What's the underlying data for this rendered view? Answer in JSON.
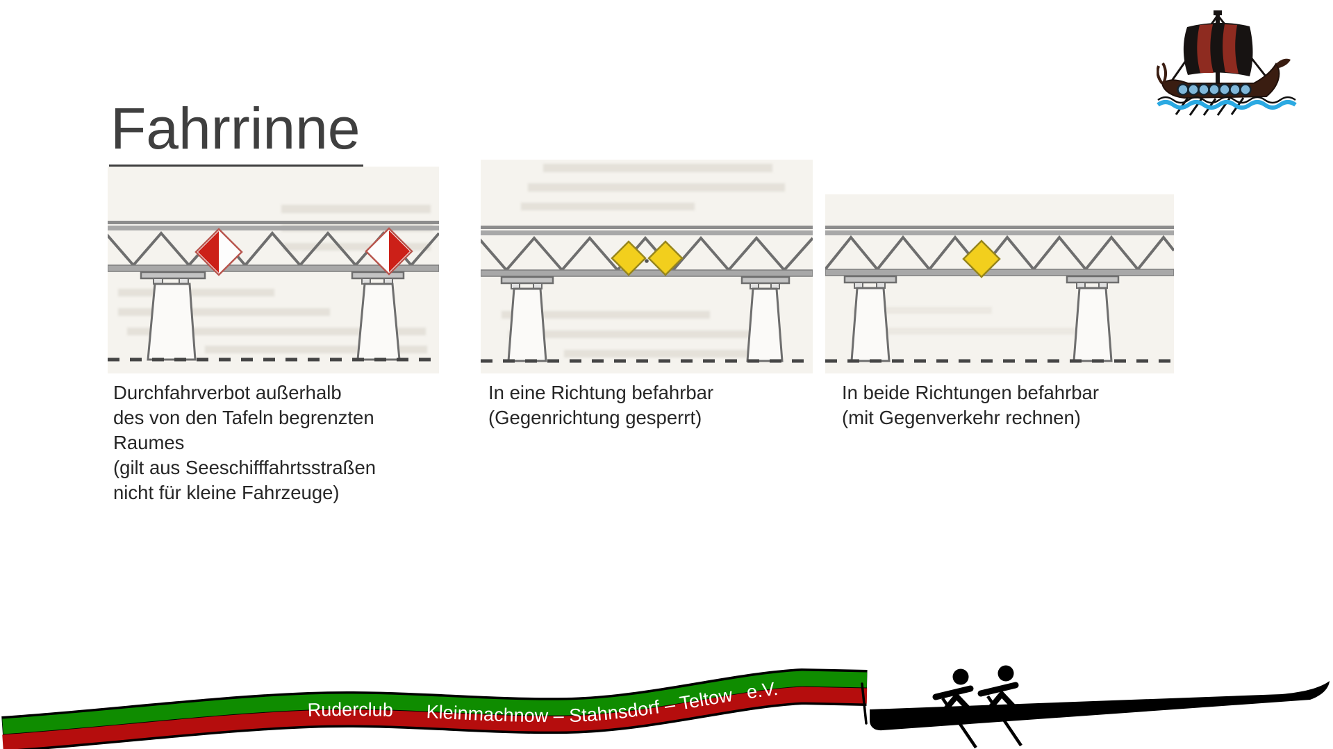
{
  "title": "Fahrrinne",
  "figures": [
    {
      "name": "bridge-passage-prohibited",
      "sign": "two red-white diamond boards",
      "caption": "Durchfahrverbot außerhalb\ndes von den Tafeln begrenzten\nRaumes\n(gilt aus Seeschifffahrtsstraßen\nnicht für kleine Fahrzeuge)"
    },
    {
      "name": "bridge-one-direction",
      "sign": "two yellow diamonds",
      "caption": "In eine Richtung befahrbar\n(Gegenrichtung gesperrt)"
    },
    {
      "name": "bridge-both-directions",
      "sign": "one yellow diamond",
      "caption": "In beide Richtungen befahrbar\n(mit Gegenverkehr rechnen)"
    }
  ],
  "banner": {
    "text": "Ruderclub   Kleinmachnow – Stahnsdorf – Teltow  e.V."
  },
  "logos": {
    "top_right": "viking-ship-logo",
    "bottom_right": "rowing-boat-graphic"
  },
  "colors": {
    "title": "#3f3f3f",
    "body_text": "#262626",
    "banner_green": "#0f8c00",
    "banner_red": "#b50d0d",
    "banner_text": "#ffffff",
    "sign_red": "#cc2018",
    "sign_yellow": "#f2cf1d"
  }
}
